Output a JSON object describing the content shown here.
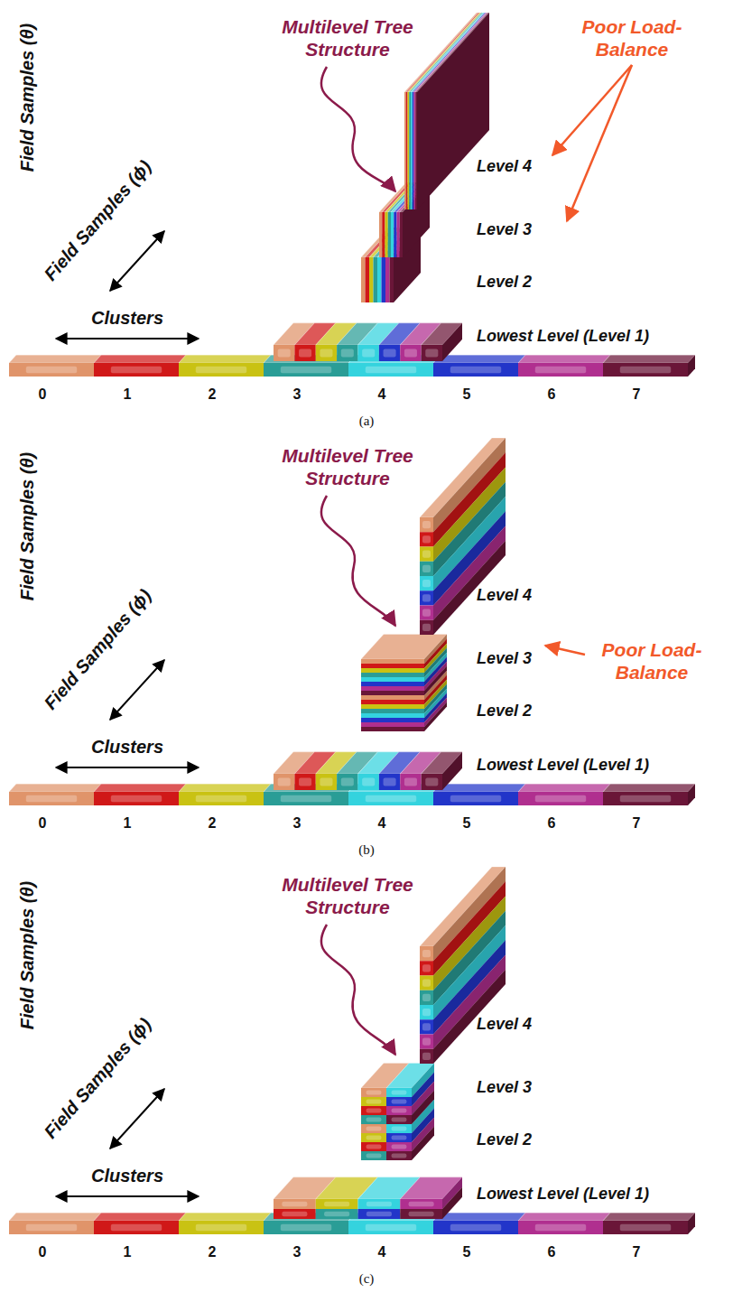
{
  "diagram": {
    "labels": [
      "Multilevel Tree Structure",
      "Poor Load-Balance",
      "Level 4",
      "Level 3",
      "Level 2",
      "Lowest Level (Level 1)",
      "Field Samples (θ)",
      "Field Samples (ϕ)",
      "Clusters",
      "0",
      "1",
      "2",
      "3",
      "4",
      "5",
      "6",
      "7",
      "(a)",
      "Multilevel Tree Structure",
      "Poor Load-Balance",
      "Level 4",
      "Level 3",
      "Level 2",
      "Lowest Level (Level 1)",
      "Field Samples (θ)",
      "Field Samples (ϕ)",
      "Clusters",
      "0",
      "1",
      "2",
      "3",
      "4",
      "5",
      "6",
      "7",
      "(b)",
      "Multilevel Tree Structure",
      "Level 4",
      "Level 3",
      "Level 2",
      "Lowest Level (Level 1)",
      "Field Samples (θ)",
      "Field Samples (ϕ)",
      "Clusters",
      "0",
      "1",
      "2",
      "3",
      "4",
      "5",
      "6",
      "7",
      "(c)"
    ]
  }
}
